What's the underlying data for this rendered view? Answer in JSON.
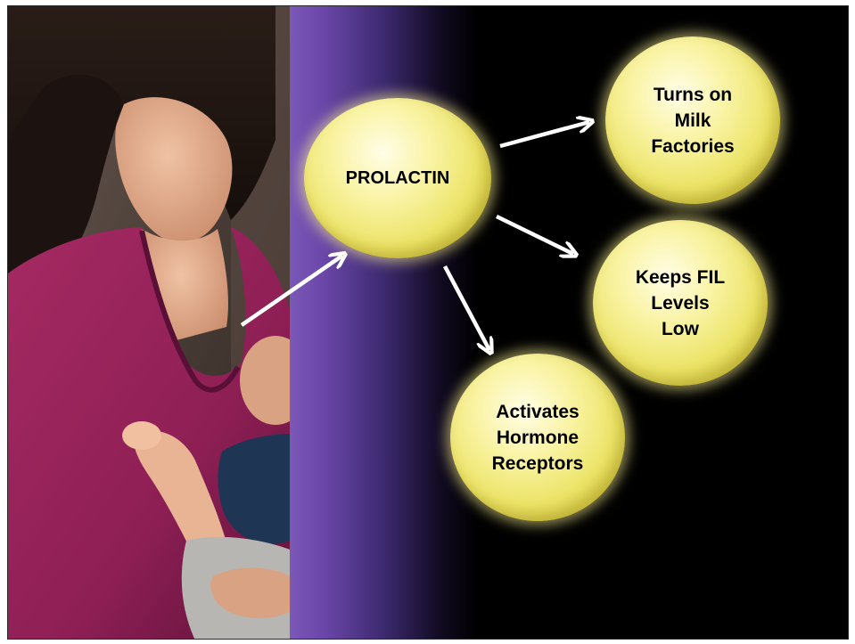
{
  "diagram": {
    "center_node": {
      "label": "PROLACTIN"
    },
    "effects": [
      {
        "label": "Turns on\nMilk\nFactories"
      },
      {
        "label": "Keeps FIL\nLevels\nLow"
      },
      {
        "label": "Activates\nHormone\nReceptors"
      }
    ]
  },
  "colors": {
    "background": "#000000",
    "bubble_fill": "#ece468",
    "arrow": "#ffffff",
    "band_purple": "#7b58b8",
    "shirt_magenta": "#8e1f55"
  },
  "photo": {
    "icon": "mother-breastfeeding-photo"
  }
}
